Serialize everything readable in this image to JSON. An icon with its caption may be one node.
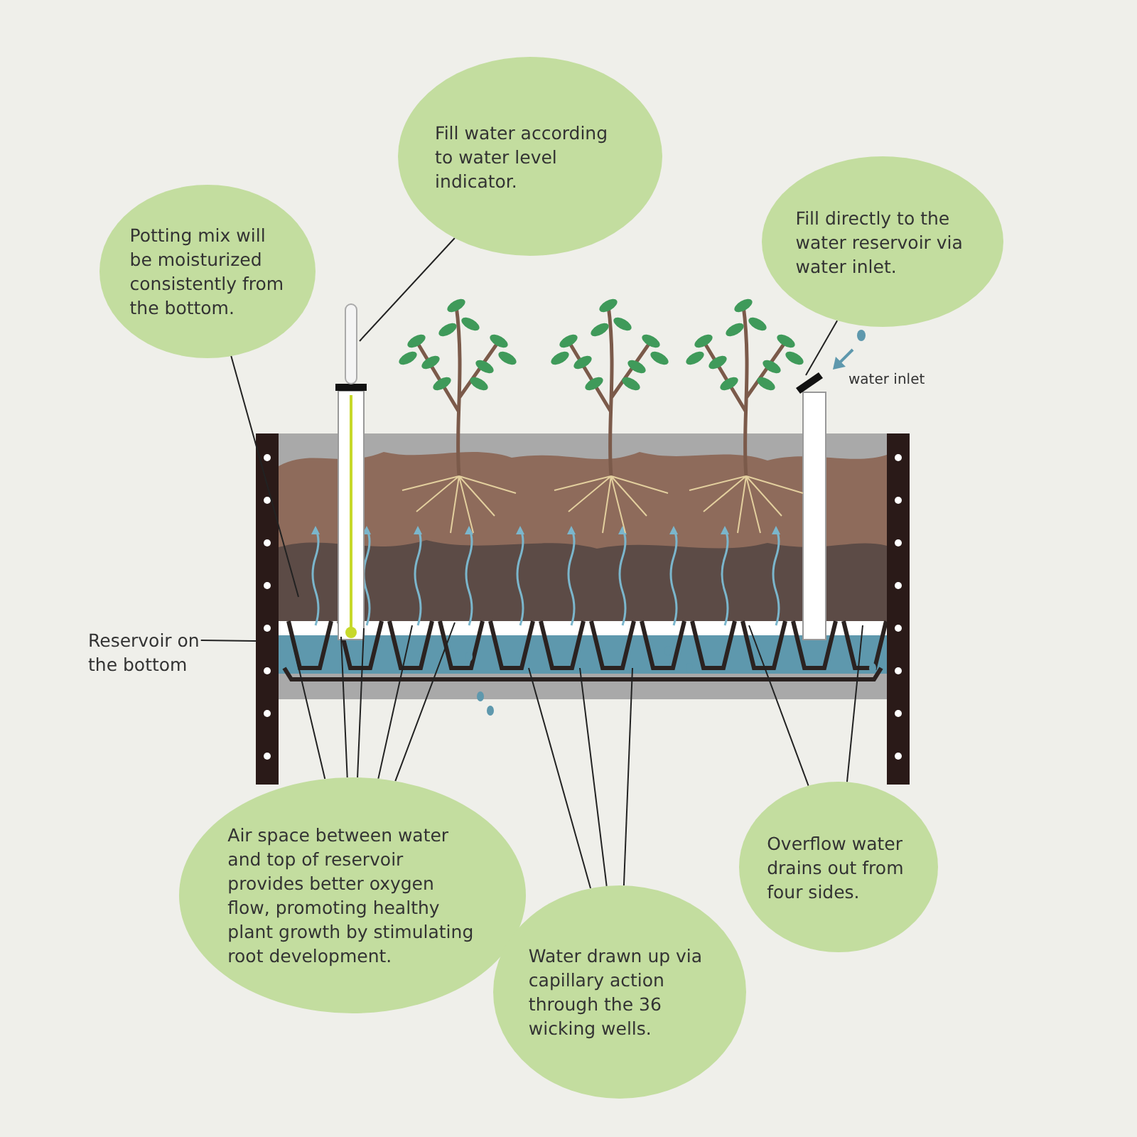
{
  "diagram": {
    "nodes": [
      {
        "text": [
          "Potting mix will be moisturized consistently from the bottom."
        ]
      },
      {
        "text": [
          "Fill water according to water level indicator."
        ]
      },
      {
        "text": [
          "Fill directly to the water reservoir via water inlet."
        ]
      },
      {
        "text": [
          "Air space between water and top of reservoir provides better oxygen flow, promoting healthy plant growth by stimulating root development."
        ]
      },
      {
        "text": [
          "Water drawn up via capillary action through the 36 wicking wells."
        ]
      },
      {
        "text": [
          "Overflow water drains out from four sides."
        ]
      },
      {
        "text": [
          "Reservoir on the bottom"
        ]
      }
    ],
    "edges": [
      {
        "from": 0,
        "to": null,
        "arrow": "none"
      },
      {
        "from": 1,
        "to": null,
        "arrow": "none"
      },
      {
        "from": 2,
        "to": null,
        "arrow": "none"
      },
      {
        "from": 6,
        "to": null,
        "arrow": "none"
      },
      {
        "from": 3,
        "to": null,
        "arrow": "none"
      },
      {
        "from": 3,
        "to": null,
        "arrow": "none"
      },
      {
        "from": 3,
        "to": null,
        "arrow": "none"
      },
      {
        "from": 3,
        "to": null,
        "arrow": "none"
      },
      {
        "from": 3,
        "to": null,
        "arrow": "none"
      },
      {
        "from": 4,
        "to": null,
        "arrow": "none"
      },
      {
        "from": 4,
        "to": null,
        "arrow": "none"
      },
      {
        "from": 4,
        "to": null,
        "arrow": "none"
      },
      {
        "from": 5,
        "to": null,
        "arrow": "none"
      },
      {
        "from": 5,
        "to": null,
        "arrow": "none"
      }
    ],
    "labels": [
      "water inlet"
    ]
  }
}
